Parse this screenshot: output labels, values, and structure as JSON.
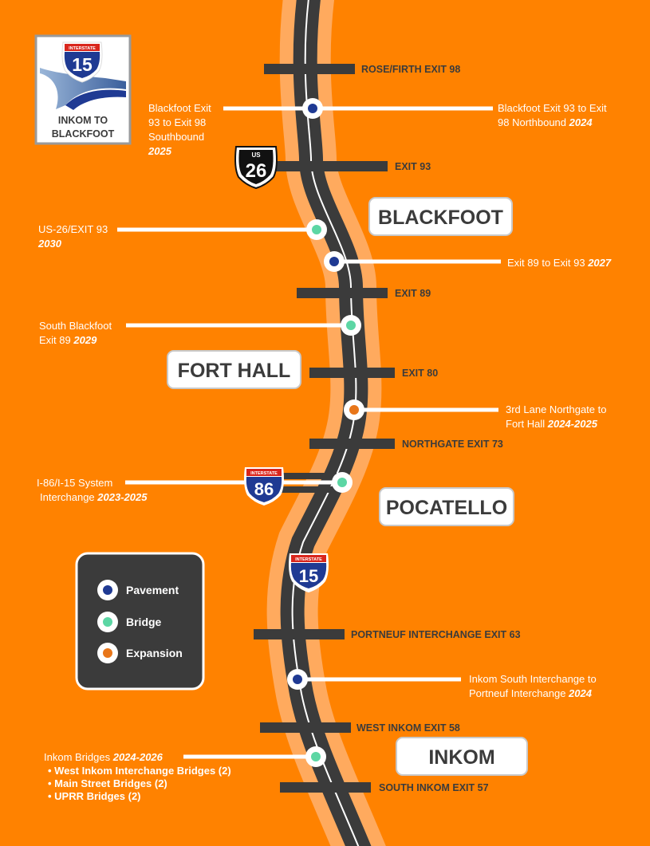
{
  "logo": {
    "shield_top": "INTERSTATE",
    "shield_number": "15",
    "caption_line1": "INKOM TO",
    "caption_line2": "BLACKFOOT"
  },
  "colors": {
    "background": "#FF8200",
    "road": "#3b3b3b",
    "shoulder": "#FFAA5E",
    "pavement": "#1F3A93",
    "bridge": "#5CD6A4",
    "expansion": "#E8761A"
  },
  "exits": [
    {
      "label": "ROSE/FIRTH EXIT 98"
    },
    {
      "label": "EXIT 93"
    },
    {
      "label": "EXIT 89"
    },
    {
      "label": "EXIT 80"
    },
    {
      "label": "NORTHGATE EXIT 73"
    },
    {
      "label": "PORTNEUF INTERCHANGE EXIT 63"
    },
    {
      "label": "WEST INKOM EXIT 58"
    },
    {
      "label": "SOUTH INKOM EXIT 57"
    }
  ],
  "cities": [
    {
      "name": "BLACKFOOT"
    },
    {
      "name": "FORT HALL"
    },
    {
      "name": "POCATELLO"
    },
    {
      "name": "INKOM"
    }
  ],
  "shields": {
    "us26_top": "US",
    "us26_number": "26",
    "i86_top": "INTERSTATE",
    "i86_number": "86",
    "i15_top": "INTERSTATE",
    "i15_number": "15"
  },
  "projects": [
    {
      "type": "pavement",
      "lines": [
        "Blackfoot Exit 93 to Exit 98 Northbound"
      ],
      "year": "2024"
    },
    {
      "type": "pavement",
      "lines": [
        "Blackfoot Exit",
        "93 to Exit 98",
        "Southbound"
      ],
      "year": "2025"
    },
    {
      "type": "bridge",
      "lines": [
        "US-26/EXIT 93"
      ],
      "year": "2030"
    },
    {
      "type": "pavement",
      "lines": [
        "Exit 89 to Exit 93"
      ],
      "year": "2027"
    },
    {
      "type": "bridge",
      "lines": [
        "South Blackfoot",
        "Exit 89"
      ],
      "year": "2029"
    },
    {
      "type": "expansion",
      "lines": [
        "3rd Lane Northgate to",
        "Fort Hall"
      ],
      "year": "2024-2025"
    },
    {
      "type": "bridge",
      "lines": [
        "I-86/I-15 System",
        "Interchange"
      ],
      "year": "2023-2025"
    },
    {
      "type": "pavement",
      "lines": [
        "Inkom South Interchange to",
        "Portneuf Interchange"
      ],
      "year": "2024"
    },
    {
      "type": "bridge",
      "lines": [
        "Inkom Bridges"
      ],
      "year": "2024-2026",
      "subitems": [
        "• West Inkom Interchange Bridges (2)",
        "• Main Street Bridges (2)",
        "• UPRR Bridges (2)"
      ]
    }
  ],
  "legend": [
    {
      "label": "Pavement"
    },
    {
      "label": "Bridge"
    },
    {
      "label": "Expansion"
    }
  ]
}
